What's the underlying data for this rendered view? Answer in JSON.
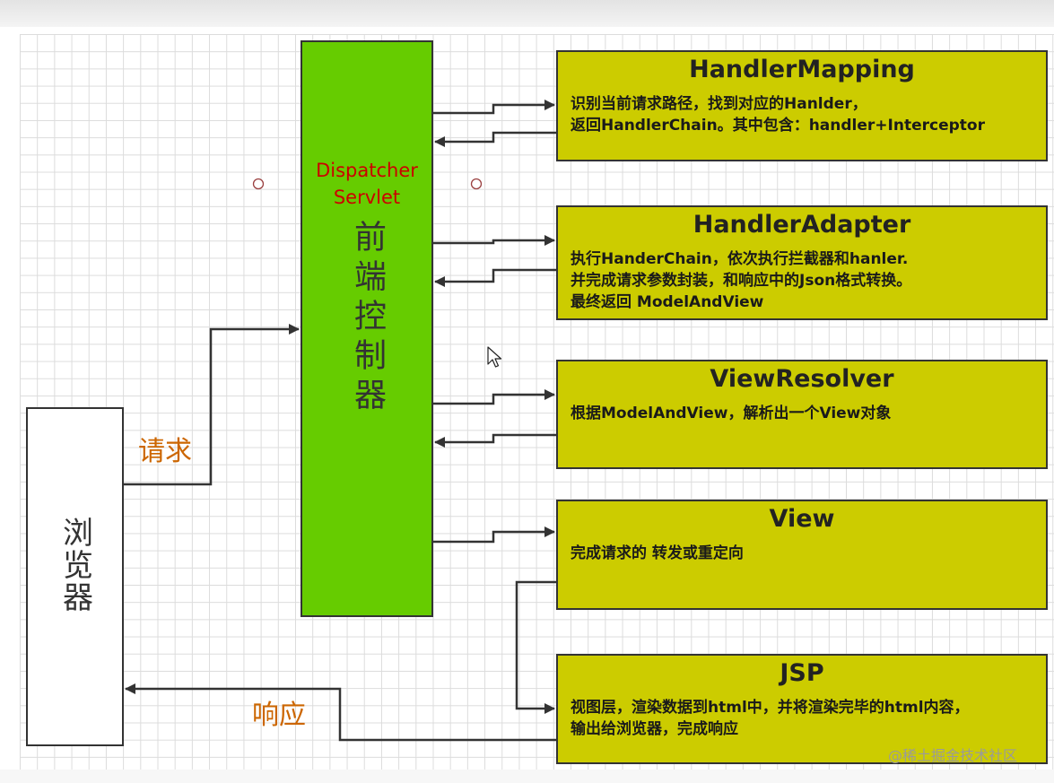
{
  "browser": {
    "label": "浏览器"
  },
  "dispatcher": {
    "name_en": "Dispatcher\nServlet",
    "name_cn": "前端控制器"
  },
  "flows": {
    "request": "请求",
    "response": "响应"
  },
  "components": [
    {
      "title": "HandlerMapping",
      "description": "识别当前请求路径，找到对应的Hanlder，\n返回HandlerChain。其中包含：handler+Interceptor"
    },
    {
      "title": "HandlerAdapter",
      "description": "执行HanderChain，依次执行拦截器和hanler.\n并完成请求参数封装，和响应中的Json格式转换。\n最终返回 ModelAndView"
    },
    {
      "title": "ViewResolver",
      "description": "根据ModelAndView，解析出一个View对象"
    },
    {
      "title": "View",
      "description": "完成请求的 转发或重定向"
    },
    {
      "title": "JSP",
      "description": "视图层，渲染数据到html中，并将渲染完毕的html内容，\n输出给浏览器，完成响应"
    }
  ],
  "watermark": "@稀土掘金技术社区",
  "colors": {
    "dispatcher_fill": "#66cc00",
    "component_fill": "#cccc00",
    "dispatcher_en_text": "#cc0000",
    "flow_label_text": "#cc6600",
    "border": "#333333"
  }
}
